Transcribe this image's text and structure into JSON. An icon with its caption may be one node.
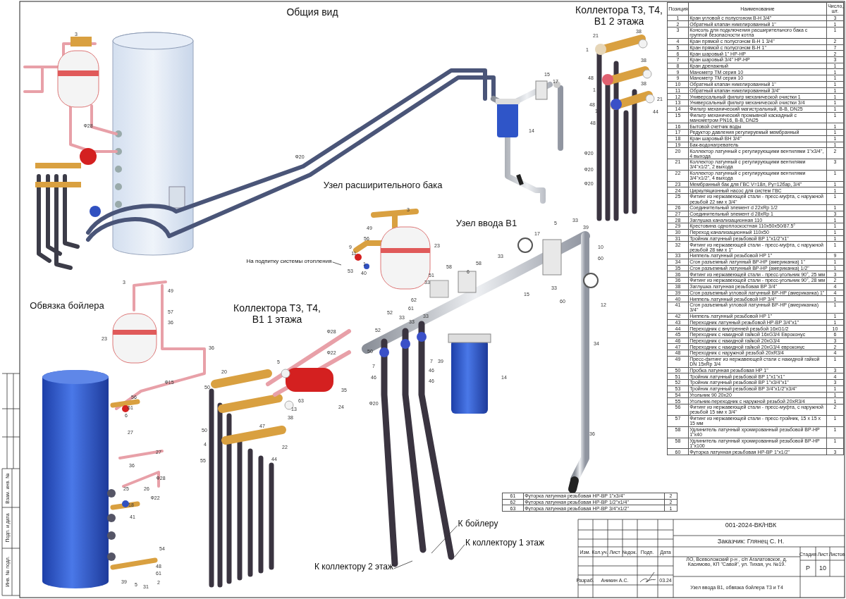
{
  "diagram": {
    "nodes": [
      {
        "text": [
          "На подпитку системы отопления"
        ]
      },
      {
        "text": [
          "К бойлеру"
        ]
      },
      {
        "text": [
          "К коллектору 1 этаж"
        ]
      },
      {
        "text": [
          "К коллектору 2 этаж"
        ]
      }
    ],
    "edges": [
      {
        "from": 0,
        "to": null,
        "arrow": "none"
      },
      {
        "from": 1,
        "to": null,
        "arrow": "none"
      },
      {
        "from": 2,
        "to": null,
        "arrow": "none"
      },
      {
        "from": 3,
        "to": null,
        "arrow": "none"
      }
    ],
    "labels": [
      "Общия вид",
      "Коллектора Т3, Т4, В1 2 этажа",
      "Узел расширительного бака",
      "Узел ввода В1",
      "Обвязка бойлера",
      "Коллектора Т3, Т4, В1 1 этажа",
      "3",
      "Ф28",
      "Ф20",
      "21",
      "38",
      "1",
      "48",
      "38",
      "1",
      "48",
      "38",
      "21",
      "1",
      "44",
      "48",
      "Ф20",
      "Ф20",
      "Ф20",
      "15",
      "17",
      "14",
      "3",
      "49",
      "56",
      "9",
      "11",
      "1",
      "53",
      "40",
      "23",
      "5",
      "33",
      "39",
      "17",
      "10",
      "60",
      "33",
      "58",
      "6",
      "58",
      "51",
      "33",
      "15",
      "33",
      "12",
      "60",
      "62",
      "61",
      "52",
      "33",
      "33",
      "33",
      "52",
      "50",
      "7",
      "46",
      "7",
      "46",
      "46",
      "39",
      "14",
      "34",
      "36",
      "Ф20",
      "3",
      "49",
      "57",
      "36",
      "23",
      "36",
      "Ф15",
      "56",
      "61",
      "6",
      "27",
      "36",
      "27",
      "Ф28",
      "26",
      "Ф22",
      "25",
      "18",
      "41",
      "54",
      "48",
      "61",
      "39",
      "5",
      "31",
      "2",
      "Ф28",
      "Ф22",
      "5",
      "20",
      "50",
      "35",
      "63",
      "13",
      "24",
      "38",
      "47",
      "50",
      "4",
      "22",
      "55",
      "44",
      "Позиция",
      "Наименование",
      "Число, шт.",
      "1",
      "Кран угловой с полусгоном В-Н 3/4\"",
      "3",
      "2",
      "Обратный клапан никелированный 1\"",
      "1",
      "3",
      "Консоль для подключения расширительного бака с группой безопасности котла",
      "1",
      "4",
      "Кран прямой с полусгоном В-Н 1 3/4\"",
      "2",
      "5",
      "Кран прямой с полусгоном В-Н 1\"",
      "7",
      "6",
      "Кран шаровый 1\" НР-НР",
      "2",
      "7",
      "Кран шаровый 3/4\" НР-НР",
      "3",
      "8",
      "Кран дренажный",
      "1",
      "9",
      "Манометр ТМ серия 10",
      "1",
      "9",
      "Манометр ТМ серия 10",
      "1",
      "10",
      "Обратный клапан никелированный 1\"",
      "1",
      "11",
      "Обратный клапан никелированный 3/4\"",
      "1",
      "12",
      "Универсальный фильтр механической очистки 1",
      "1",
      "13",
      "Универсальный фильтр механической очистки 3/4",
      "1",
      "14",
      "Фильтр механический магистральный, В-В, DN25",
      "1",
      "15",
      "Фильтр механический промывной каскадный с манометром PN16, В-В, DN25",
      "1",
      "16",
      "Бытовой счетчик воды",
      "1",
      "17",
      "Редуктор давления регулируемый мембранный",
      "1",
      "18",
      "Кран шаровый ВН 3/4\"",
      "1",
      "19",
      "Бак-водонагреватель",
      "1",
      "20",
      "Коллектор латунный с регулирующими вентилями 1\"х3/4\", 4 выхода",
      "2",
      "21",
      "Коллектор латунный с регулирующими вентилями 3/4\"х1/2\", 2 выхода",
      "3",
      "22",
      "Коллектор латунный с регулирующими вентилями 3/4\"х1/2\", 4 выхода",
      "1",
      "23",
      "Мембранный бак для ГВС V=18л, Py=12бар, 3/4\"",
      "1",
      "24",
      "Циркуляционный насос для систем ГВС",
      "1",
      "25",
      "Фитинг из нержавеющей стали - пресс-муфта, с наружной резьбой 22 мм х 3/4\"",
      "1",
      "26",
      "Соединительный элемент d 22xRp 1/2",
      "1",
      "27",
      "Соединительный элемент d 28xRp 1",
      "3",
      "28",
      "Заглушка канализационная 110",
      "1",
      "29",
      "Крестовина одноплоскостная 110х50х50/87.5°",
      "1",
      "30",
      "Переход канализационный 110х50",
      "1",
      "31",
      "Тройник латунный резьбовой ВР 1\"х1/2\"х1\"",
      "1",
      "32",
      "Фитинг из нержавеющей стали - пресс-муфта, с наружной резьбой 28 мм х 1\"",
      "1",
      "33",
      "Ниппель латунный резьбовой НР 1\"",
      "9",
      "34",
      "Сгон разъемный латунный ВР-НР (американка) 1\"",
      "1",
      "35",
      "Сгон разъемный латунный ВР-НР (американка) 1/2\"",
      "1",
      "36",
      "Фитинг из нержавеющей стали - пресс-угольник 90°, 25 мм",
      "3",
      "36",
      "Фитинг из нержавеющей стали - пресс-угольник 90°, 28 мм",
      "2",
      "38",
      "Заглушка латунная резьбовая ВР 3/4\"",
      "4",
      "39",
      "Сгон разъемный угловой латунный ВР-НР (американка) 1\"",
      "4",
      "40",
      "Ниппель латунный резьбовой НР 3/4\"",
      "1",
      "41",
      "Сгон разъемный угловой латунный ВР-НР (американка) 3/4\"",
      "1",
      "42",
      "Ниппель латунный резьбовой НР 1\"",
      "1",
      "43",
      "Переходник латунный резьбовой НР-ВР 3/4\"х1\"",
      "1",
      "44",
      "Переходник с внутренней резьбой 16хG1/2",
      "10",
      "45",
      "Переходник с накидной гайкой 16хG3/4 Евроконус",
      "6",
      "46",
      "Переходник с накидной гайкой 20хG3/4",
      "3",
      "47",
      "Переходник с накидной гайкой 20хG3/4 евроконус",
      "2",
      "48",
      "Переходник с наружной резьбой 20хR3/4",
      "4",
      "49",
      "Пресс-фитинг из нержавеющей стали с накидной гайкой DN 15хRp 3/4",
      "1",
      "50",
      "Пробка латунная резьбовая НР 1\"",
      "3",
      "51",
      "Тройник латунный резьбовой ВР 1\"х1\"х1\"",
      "4",
      "52",
      "Тройник латунный резьбовой ВР 1\"х3/4\"х1\"",
      "3",
      "53",
      "Тройник латунный резьбовой ВР 3/4\"х1/2\"х3/4\"",
      "1",
      "54",
      "Угольник 90 20х20",
      "1",
      "55",
      "Угольник-переходник с наружной резьбой 20хR3/4",
      "1",
      "56",
      "Фитинг из нержавеющей стали - пресс-муфта, с наружной резьбой 15 мм х 3/4\"",
      "2",
      "57",
      "Фитинг из нержавеющей стали - пресс-тройник, 15 х 15 х 15 мм",
      "1",
      "58",
      "Удлинитель латунный хромированный резьбовой ВР-НР 1\"х40",
      "1",
      "58",
      "Удлинитель латунный хромированный резьбовой ВР-НР 1\"х100",
      "1",
      "60",
      "Футорка латунная резьбовая НР-ВР 1\"х1/2\"",
      "3",
      "61",
      "Футорка латунная резьбовая НР-ВР 1\"х3/4\"",
      "2",
      "62",
      "Футорка латунная резьбовая НР-ВР 1/2\"х1/4\"",
      "2",
      "63",
      "Футорка латунная резьбовая НР-ВР 3/4\"х1/2\"",
      "1",
      "001-2024-ВК/НВК",
      "Заказчик: Глянец С. Н.",
      "Изм.",
      "Кол.уч.",
      "Лист",
      "№док.",
      "Подп.",
      "Дата",
      "ЛО, Всеволожский р-н , с/п Агалатовское, д. Касимово, КП \"Савой\", ул. Тихая, уч. №19.",
      "Стадия",
      "Лист",
      "Листов",
      "Р",
      "10",
      "Разраб.",
      "Аникин А.С.",
      "03.24",
      "Узел ввода В1, обвязка бойлера Т3 и Т4",
      "Взам. инв. №",
      "Подп. и дата",
      "Инв. № подл."
    ]
  }
}
